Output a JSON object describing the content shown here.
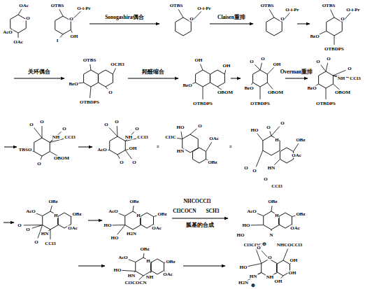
{
  "diagram": {
    "labels": [
      "OAc",
      "O",
      "AcO",
      "OAc",
      "OTBS",
      "O",
      "O-i-Pr",
      "I",
      "OH",
      "Sonogashira偶合",
      "OTBS",
      "O",
      "O-i-Pr",
      "Claisen重排",
      "OTBS",
      "O",
      "O-i-Pr",
      "OTBS",
      "O",
      "O-i-Pr",
      "BzO",
      "OTBDPS",
      "关环偶合",
      "OTBS",
      "OCH3",
      "BzO",
      "O",
      "OTBDPS",
      "羟醛缩合",
      "OH",
      "OH",
      "BzO",
      "OBOM",
      "OTBDPS",
      "O",
      "O",
      "OH",
      "BzO",
      "OBOM",
      "OTBDPS",
      "Overman重排",
      "O",
      "O",
      "NH",
      "O",
      "CCl3",
      "BzO",
      "OBOM",
      "OTBDPS",
      "O",
      "O",
      "NH",
      "O",
      "CCl3",
      "TBSO",
      "OBOM",
      "O",
      "O",
      "O",
      "NH",
      "O",
      "CCl3",
      "AcO",
      "OH",
      "O",
      "O",
      "≡",
      "Cl3C",
      "HO",
      "O",
      "OAc",
      "HN",
      "OBz",
      "≡",
      "HO",
      "O",
      "O",
      "H",
      "OBz",
      "OAc",
      "O",
      "O",
      "HN",
      "O",
      "CCl3",
      "OBz",
      "AcO",
      "H",
      "OBz",
      "OAc",
      "O",
      "O",
      "HN",
      "O",
      "CCl3",
      "OBz",
      "AcO",
      "H",
      "OBz",
      "HO",
      "OAc",
      "H2N",
      "HO",
      "NHCOCCl3",
      "Cl3COCN",
      "SCH3",
      "胍基的合成",
      "OBz",
      "AcO",
      "H",
      "OBz",
      "HO",
      "OAc",
      "N",
      "HO",
      "Cl3COCN",
      "NHCOCCl3",
      "OBz",
      "AcO",
      "H",
      "OBz",
      "HO",
      "OAc",
      "HN",
      "NH",
      "Cl3COCN",
      "O",
      "⊖",
      "O",
      "OH",
      "HO",
      "OH",
      "OH",
      "HN",
      "NH",
      "H2N",
      "⊕"
    ]
  }
}
